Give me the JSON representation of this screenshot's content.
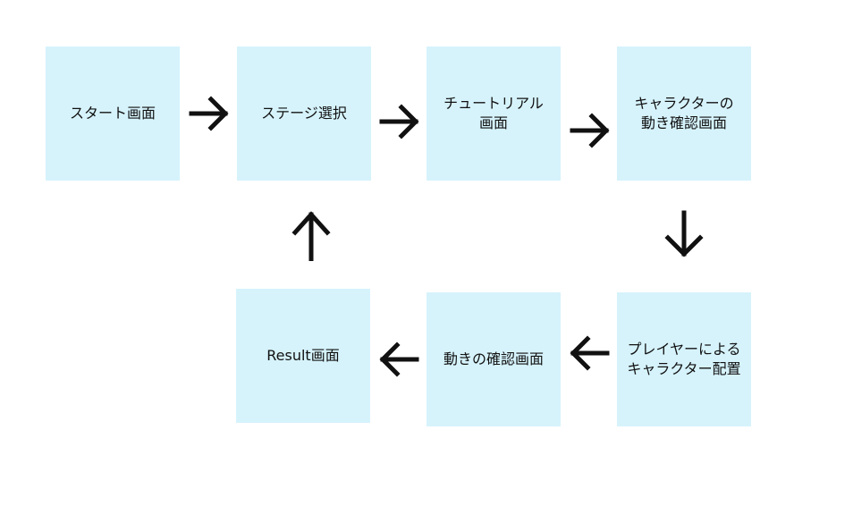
{
  "nodes": {
    "start": {
      "line1": "スタート画面"
    },
    "stage_select": {
      "line1": "ステージ選択"
    },
    "tutorial": {
      "line1": "チュートリアル",
      "line2": "画面"
    },
    "character_motion_check": {
      "line1": "キャラクターの",
      "line2": "動き確認画面"
    },
    "player_placement": {
      "line1": "プレイヤーによる",
      "line2": "キャラクター配置"
    },
    "motion_check": {
      "line1": "動きの確認画面"
    },
    "result": {
      "line1": "Result画面"
    }
  },
  "colors": {
    "node_fill": "#d6f3fc",
    "arrow": "#111111",
    "text": "#111111"
  }
}
